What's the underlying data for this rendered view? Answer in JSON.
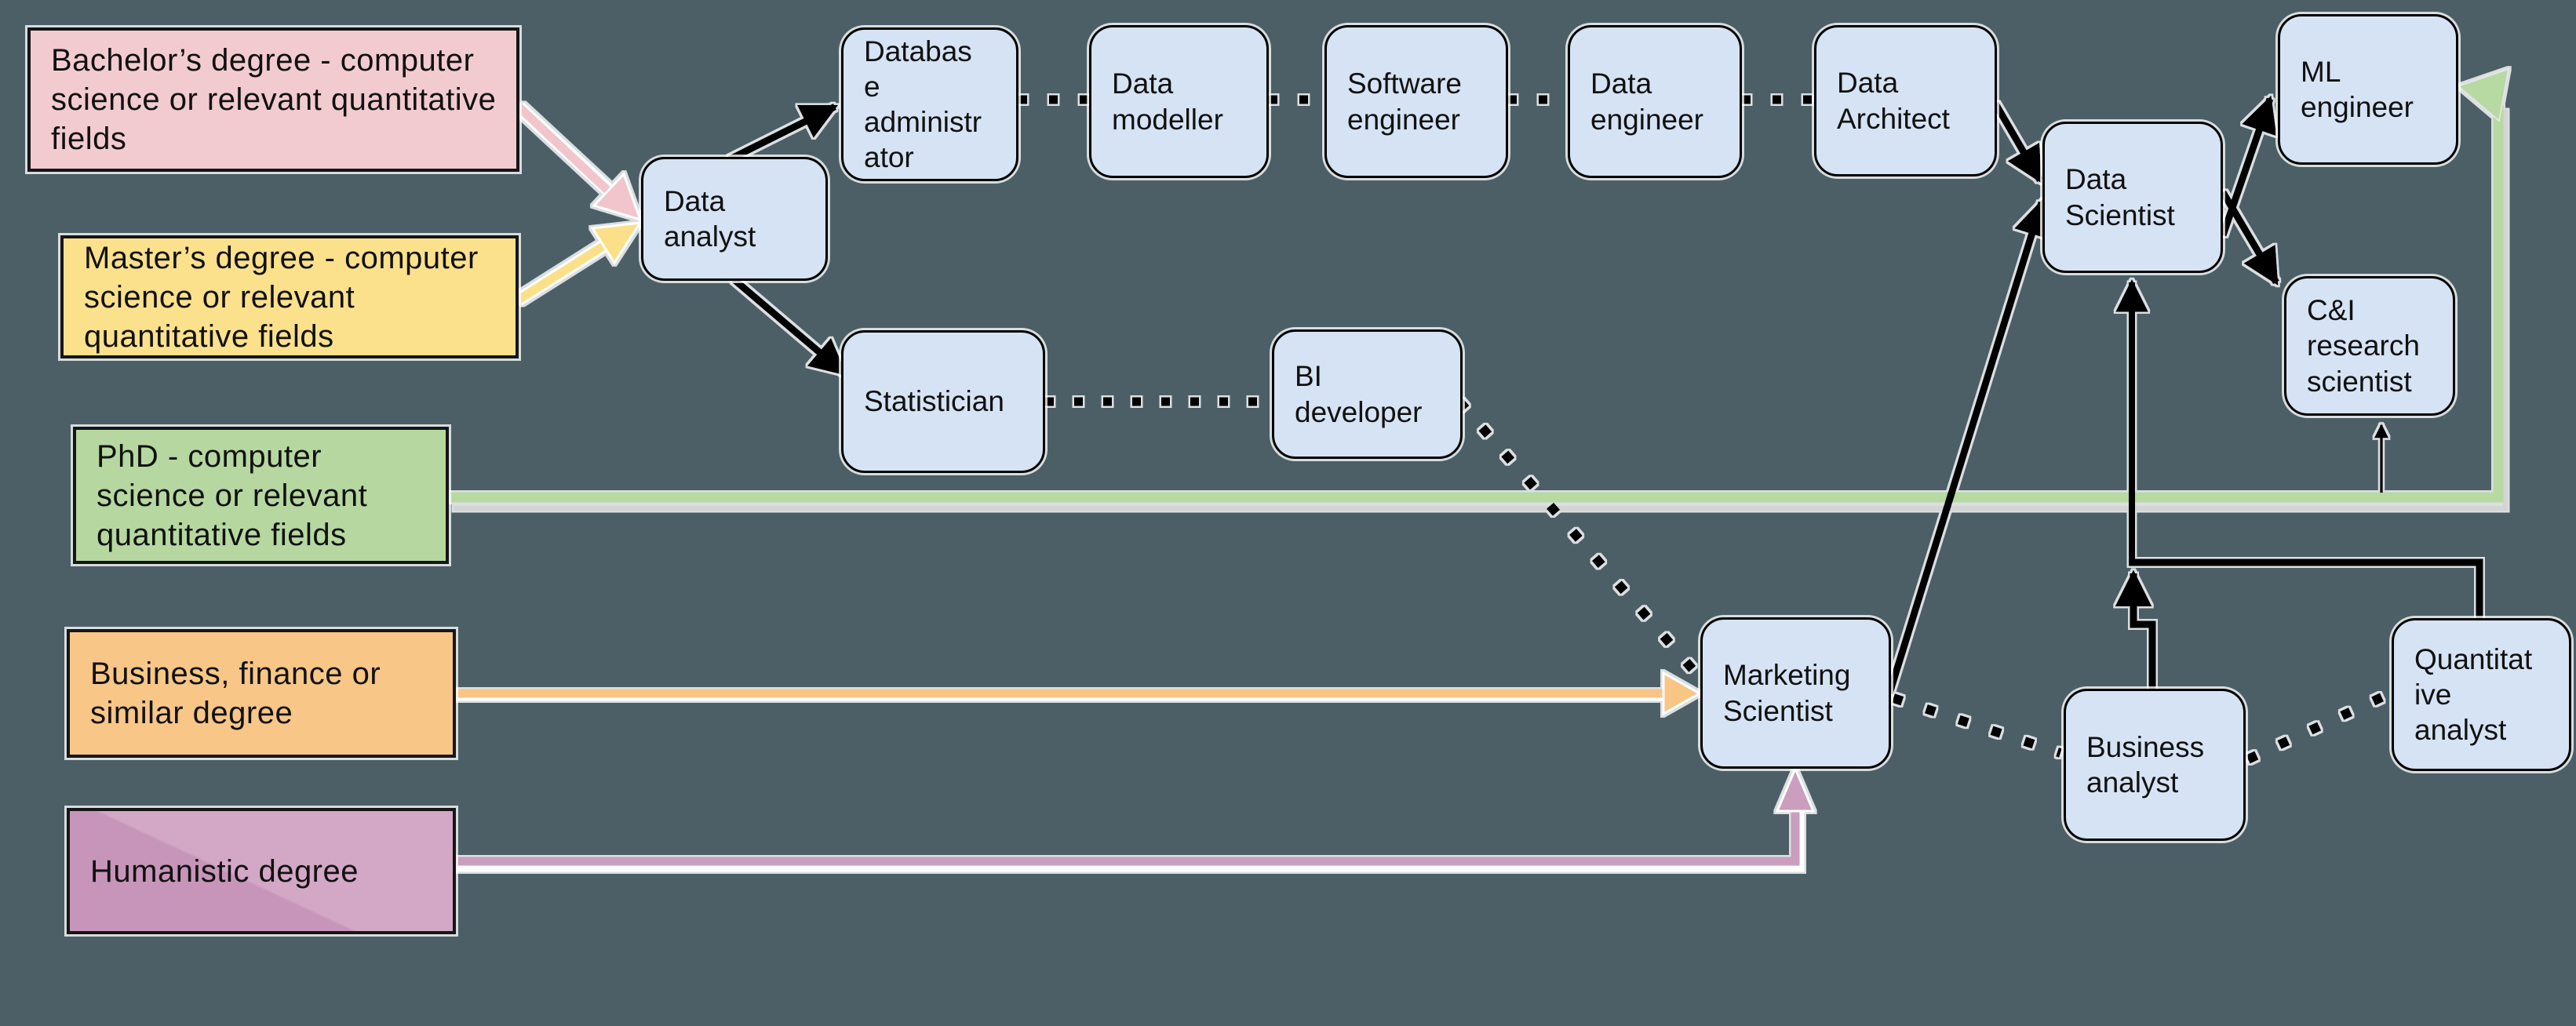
{
  "diagram_title": "Data career paths flowchart",
  "palette": {
    "background": "#4c5f67",
    "role_box_fill": "#d6e3f4",
    "box_border": "#000000",
    "bachelor_fill": "#f2cbd0",
    "master_fill": "#fbe18c",
    "phd_fill": "#b6d8a0",
    "business_fill": "#f8c687",
    "humanistic_fill": "#d3a7c6",
    "pink_arrow": "#f2c4cb",
    "yellow_arrow": "#fbe089",
    "green_arrow": "#b7d9a2",
    "orange_arrow": "#f8c585",
    "purple_arrow": "#cb9dbf",
    "black_arrow": "#000000",
    "shadow_grey": "#d4d4d4"
  },
  "nodes": {
    "bachelor": {
      "label": "Bachelor’s degree - computer\nscience or relevant quantitative\nfields",
      "fill": "#f2cbd0"
    },
    "master": {
      "label": "Master’s degree - computer\nscience or relevant\nquantitative fields",
      "fill": "#fbe18c"
    },
    "phd": {
      "label": "PhD - computer\nscience or relevant\nquantitative fields",
      "fill": "#b6d8a0"
    },
    "business_degree": {
      "label": "Business, finance or\nsimilar degree",
      "fill": "#f8c687"
    },
    "humanistic_degree": {
      "label": "Humanistic degree",
      "fill": "#d3a7c6"
    },
    "data_analyst": {
      "label": "Data\nanalyst",
      "fill": "#d6e3f4"
    },
    "database_administrator": {
      "label": "Databas\ne\nadministr\nator",
      "fill": "#d6e3f4"
    },
    "data_modeller": {
      "label": "Data\nmodeller",
      "fill": "#d6e3f4"
    },
    "software_engineer": {
      "label": "Software\nengineer",
      "fill": "#d6e3f4"
    },
    "data_engineer": {
      "label": "Data\nengineer",
      "fill": "#d6e3f4"
    },
    "data_architect": {
      "label": "Data\nArchitect",
      "fill": "#d6e3f4"
    },
    "statistician": {
      "label": "Statistician",
      "fill": "#d6e3f4"
    },
    "bi_developer": {
      "label": "BI\ndeveloper",
      "fill": "#d6e3f4"
    },
    "data_scientist": {
      "label": "Data\nScientist",
      "fill": "#d6e3f4"
    },
    "ml_engineer": {
      "label": "ML\nengineer",
      "fill": "#d6e3f4"
    },
    "ci_research_scientist": {
      "label": "C&I\nresearch\nscientist",
      "fill": "#d6e3f4"
    },
    "marketing_scientist": {
      "label": "Marketing\nScientist",
      "fill": "#d6e3f4"
    },
    "business_analyst": {
      "label": "Business\nanalyst",
      "fill": "#d6e3f4"
    },
    "quantitative_analyst": {
      "label": "Quantitat\nive\nanalyst",
      "fill": "#d6e3f4"
    }
  },
  "edges": [
    {
      "from": "bachelor",
      "to": "data_analyst",
      "style": "solid",
      "color": "#f2c4cb"
    },
    {
      "from": "master",
      "to": "data_analyst",
      "style": "solid",
      "color": "#fbe089"
    },
    {
      "from": "data_analyst",
      "to": "database_administrator",
      "style": "solid",
      "color": "#000000"
    },
    {
      "from": "data_analyst",
      "to": "statistician",
      "style": "solid",
      "color": "#000000"
    },
    {
      "from": "database_administrator",
      "to": "data_modeller",
      "style": "dotted",
      "color": "#000000"
    },
    {
      "from": "data_modeller",
      "to": "software_engineer",
      "style": "dotted",
      "color": "#000000"
    },
    {
      "from": "software_engineer",
      "to": "data_engineer",
      "style": "dotted",
      "color": "#000000"
    },
    {
      "from": "data_engineer",
      "to": "data_architect",
      "style": "dotted",
      "color": "#000000"
    },
    {
      "from": "data_architect",
      "to": "data_scientist",
      "style": "solid",
      "color": "#000000"
    },
    {
      "from": "statistician",
      "to": "bi_developer",
      "style": "dotted",
      "color": "#000000"
    },
    {
      "from": "bi_developer",
      "to": "marketing_scientist",
      "style": "dotted",
      "color": "#000000"
    },
    {
      "from": "phd",
      "to": "ml_engineer",
      "style": "solid",
      "color": "#b7d9a2"
    },
    {
      "from": "phd",
      "to": "ci_research_scientist",
      "style": "solid-thin",
      "color": "#000000"
    },
    {
      "from": "business_degree",
      "to": "marketing_scientist",
      "style": "solid",
      "color": "#f8c585"
    },
    {
      "from": "humanistic_degree",
      "to": "marketing_scientist",
      "style": "solid",
      "color": "#cb9dbf"
    },
    {
      "from": "marketing_scientist",
      "to": "data_scientist",
      "style": "solid",
      "color": "#000000"
    },
    {
      "from": "marketing_scientist",
      "to": "business_analyst",
      "style": "dotted",
      "color": "#000000"
    },
    {
      "from": "business_analyst",
      "to": "quantitative_analyst",
      "style": "dotted",
      "color": "#000000"
    },
    {
      "from": "business_analyst",
      "to": "data_scientist",
      "style": "solid",
      "color": "#000000"
    },
    {
      "from": "quantitative_analyst",
      "to": "data_scientist",
      "style": "solid",
      "color": "#000000"
    },
    {
      "from": "data_scientist",
      "to": "ml_engineer",
      "style": "solid",
      "color": "#000000"
    },
    {
      "from": "data_scientist",
      "to": "ci_research_scientist",
      "style": "solid",
      "color": "#000000"
    }
  ]
}
